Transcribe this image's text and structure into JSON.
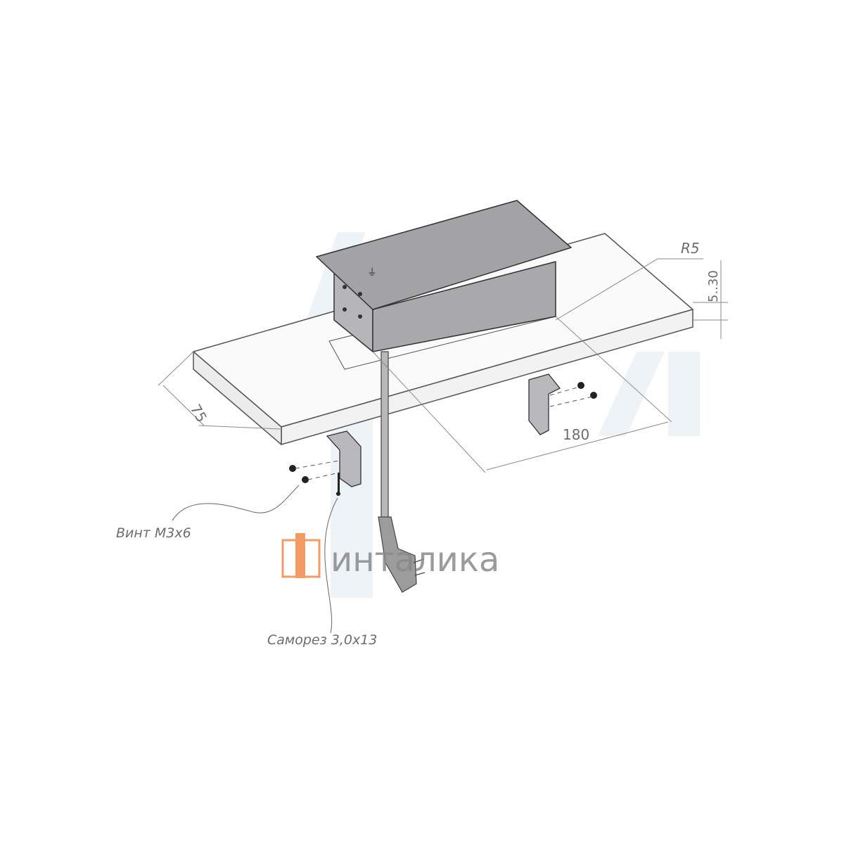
{
  "diagram": {
    "dimensions": {
      "radius": "R5",
      "thickness_range": "5..30",
      "depth": "75",
      "width": "180"
    },
    "callouts": {
      "screw": "Винт М3х6",
      "self_tapping_screw": "Саморез 3,0х13"
    },
    "watermark": {
      "brand": "инталика",
      "logo_color": "#f08a4b",
      "text_color": "#8a8a8a"
    },
    "colors": {
      "box": "#a9a9ab",
      "line": "#555555",
      "dimension": "#8a8a8a"
    }
  }
}
